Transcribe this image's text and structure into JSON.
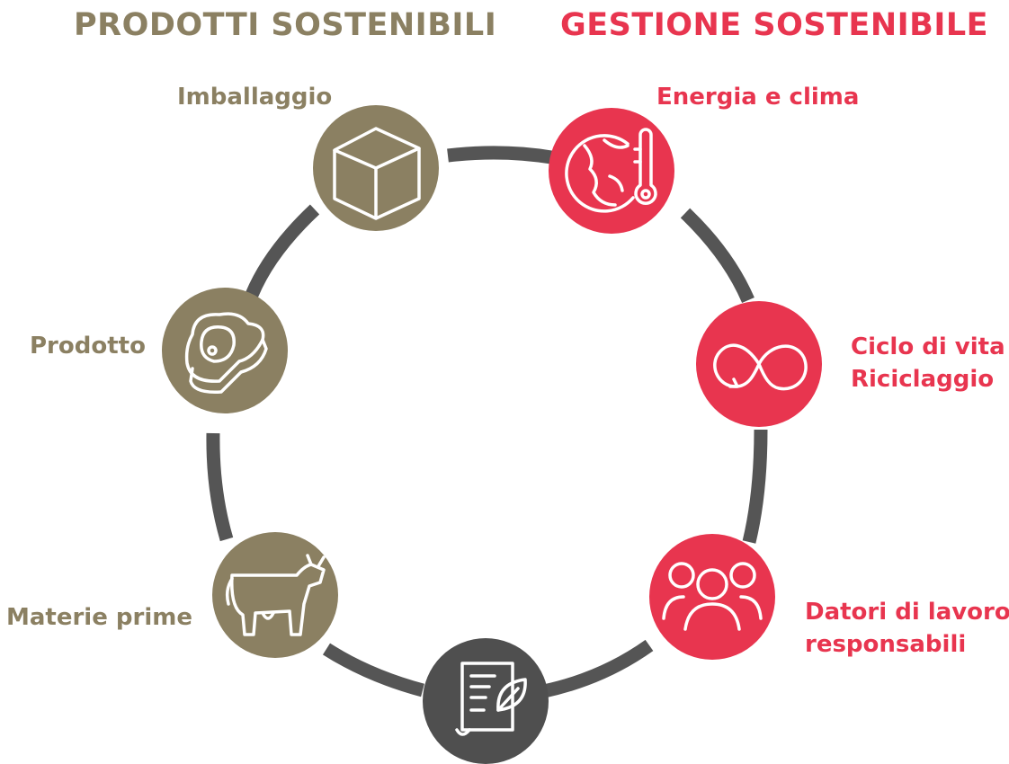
{
  "colors": {
    "sustainable_products": "#8b8062",
    "sustainable_management": "#e8354f",
    "ring": "#555555",
    "center_node": "#4f4f4f",
    "icon_line": "#ffffff"
  },
  "headings": {
    "left": "PRODOTTI SOSTENIBILI",
    "right": "GESTIONE SOSTENIBILE"
  },
  "nodes": [
    {
      "id": "packaging",
      "group": "products",
      "icon": "box-icon",
      "label_lines": [
        "Imballaggio"
      ]
    },
    {
      "id": "climate",
      "group": "management",
      "icon": "globe-thermometer-icon",
      "label_lines": [
        "Energia e clima"
      ]
    },
    {
      "id": "lifecycle",
      "group": "management",
      "icon": "infinity-loop-icon",
      "label_lines": [
        "Ciclo di vita",
        "Riciclaggio"
      ]
    },
    {
      "id": "employer",
      "group": "management",
      "icon": "people-group-icon",
      "label_lines": [
        "Datori di lavoro",
        "responsabili"
      ]
    },
    {
      "id": "documentation",
      "group": "neutral",
      "icon": "document-leaf-icon",
      "label_lines": []
    },
    {
      "id": "raw-materials",
      "group": "products",
      "icon": "cow-icon",
      "label_lines": [
        "Materie prime"
      ]
    },
    {
      "id": "product",
      "group": "products",
      "icon": "steak-icon",
      "label_lines": [
        "Prodotto"
      ]
    }
  ]
}
